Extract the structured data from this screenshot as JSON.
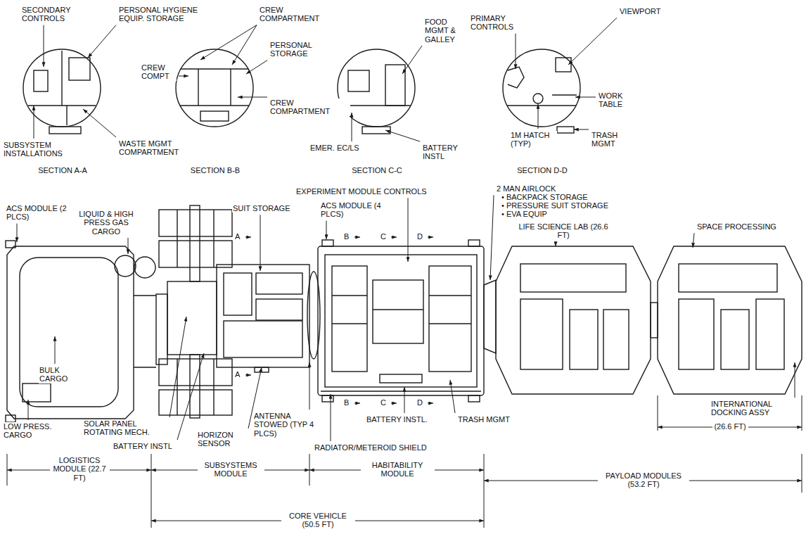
{
  "diagram": {
    "labels": [
      "SECONDARY CONTROLS",
      "PERSONAL HYGIENE EQUIP. STORAGE",
      "SUBSYSTEM INSTALLATIONS",
      "WASTE MGMT COMPARTMENT",
      "SECTION A-A",
      "CREW COMPARTMENT",
      "PERSONAL STORAGE",
      "CREW COMPT",
      "CREW COMPARTMENT",
      "SECTION B-B",
      "FOOD MGMT & GALLEY",
      "EMER. EC/LS",
      "BATTERY INSTL",
      "SECTION C-C",
      "PRIMARY CONTROLS",
      "VIEWPORT",
      "WORK TABLE",
      "1M HATCH (TYP)",
      "TRASH MGMT",
      "SECTION D-D",
      "ACS MODULE (2 PLCS)",
      "LIQUID & HIGH PRESS GAS CARGO",
      "SUIT STORAGE",
      "EXPERIMENT MODULE CONTROLS",
      "ACS MODULE (4 PLCS)",
      "A",
      "B",
      "C",
      "D",
      "2 MAN AIRLOCK",
      "• BACKPACK STORAGE",
      "• PRESSURE SUIT STORAGE",
      "• EVA EQUIP",
      "LIFE SCIENCE LAB (26.6 FT)",
      "SPACE PROCESSING",
      "BULK CARGO",
      "LOW PRESS. CARGO",
      "SOLAR PANEL ROTATING MECH.",
      "BATTERY INSTL",
      "A",
      "HORIZON SENSOR",
      "ANTENNA STOWED (TYP 4 PLCS)",
      "B",
      "C",
      "D",
      "RADIATOR/METEROID SHIELD",
      "BATTERY INSTL.",
      "TRASH MGMT",
      "INTERNATIONAL DOCKING ASSY",
      "(26.6 FT)",
      "LOGISTICS MODULE (22.7 FT)",
      "SUBSYSTEMS MODULE",
      "HABITABILITY MODULE",
      "PAYLOAD MODULES (53.2 FT)",
      "CORE VEHICLE (50.5 FT)"
    ]
  }
}
